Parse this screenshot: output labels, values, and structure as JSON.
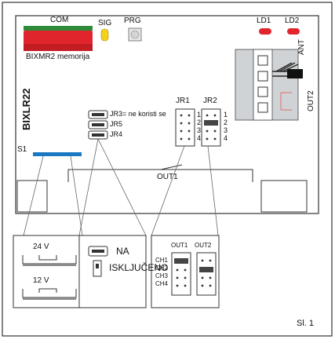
{
  "board": {
    "name": "BIXLR22",
    "connector_label": "COM",
    "module_label": "BIXMR2 memorija",
    "led_labels": [
      "SIG",
      "PRG",
      "LD1",
      "LD2"
    ],
    "antenna_label": "ANT",
    "out2_label": "OUT2",
    "out1_label": "OUT1",
    "s1_label": "S1"
  },
  "jumpers": {
    "jr3_note": "JR3= ne koristi se",
    "jr5": "JR5",
    "jr4": "JR4",
    "jr1": "JR1",
    "jr2": "JR2",
    "row_numbers": [
      "1",
      "2",
      "3",
      "4"
    ]
  },
  "details": {
    "voltage_24": "24 V",
    "voltage_12": "12 V",
    "state_on": "NA",
    "state_off": "ISKLJUČENO",
    "out_headers": [
      "OUT1",
      "OUT2"
    ],
    "channels": [
      "CH1",
      "CH2",
      "CH3",
      "CH4"
    ]
  },
  "figure_label": "Sl. 1",
  "colors": {
    "connector_green": "#2e8b3a",
    "module_red": "#e0262c",
    "sig_led_yellow": "#f4d21a",
    "led_red": "#e0262c",
    "s1_blue": "#1a78c2",
    "line": "#3a3a3a",
    "panel_grey": "#cfd3d6"
  }
}
